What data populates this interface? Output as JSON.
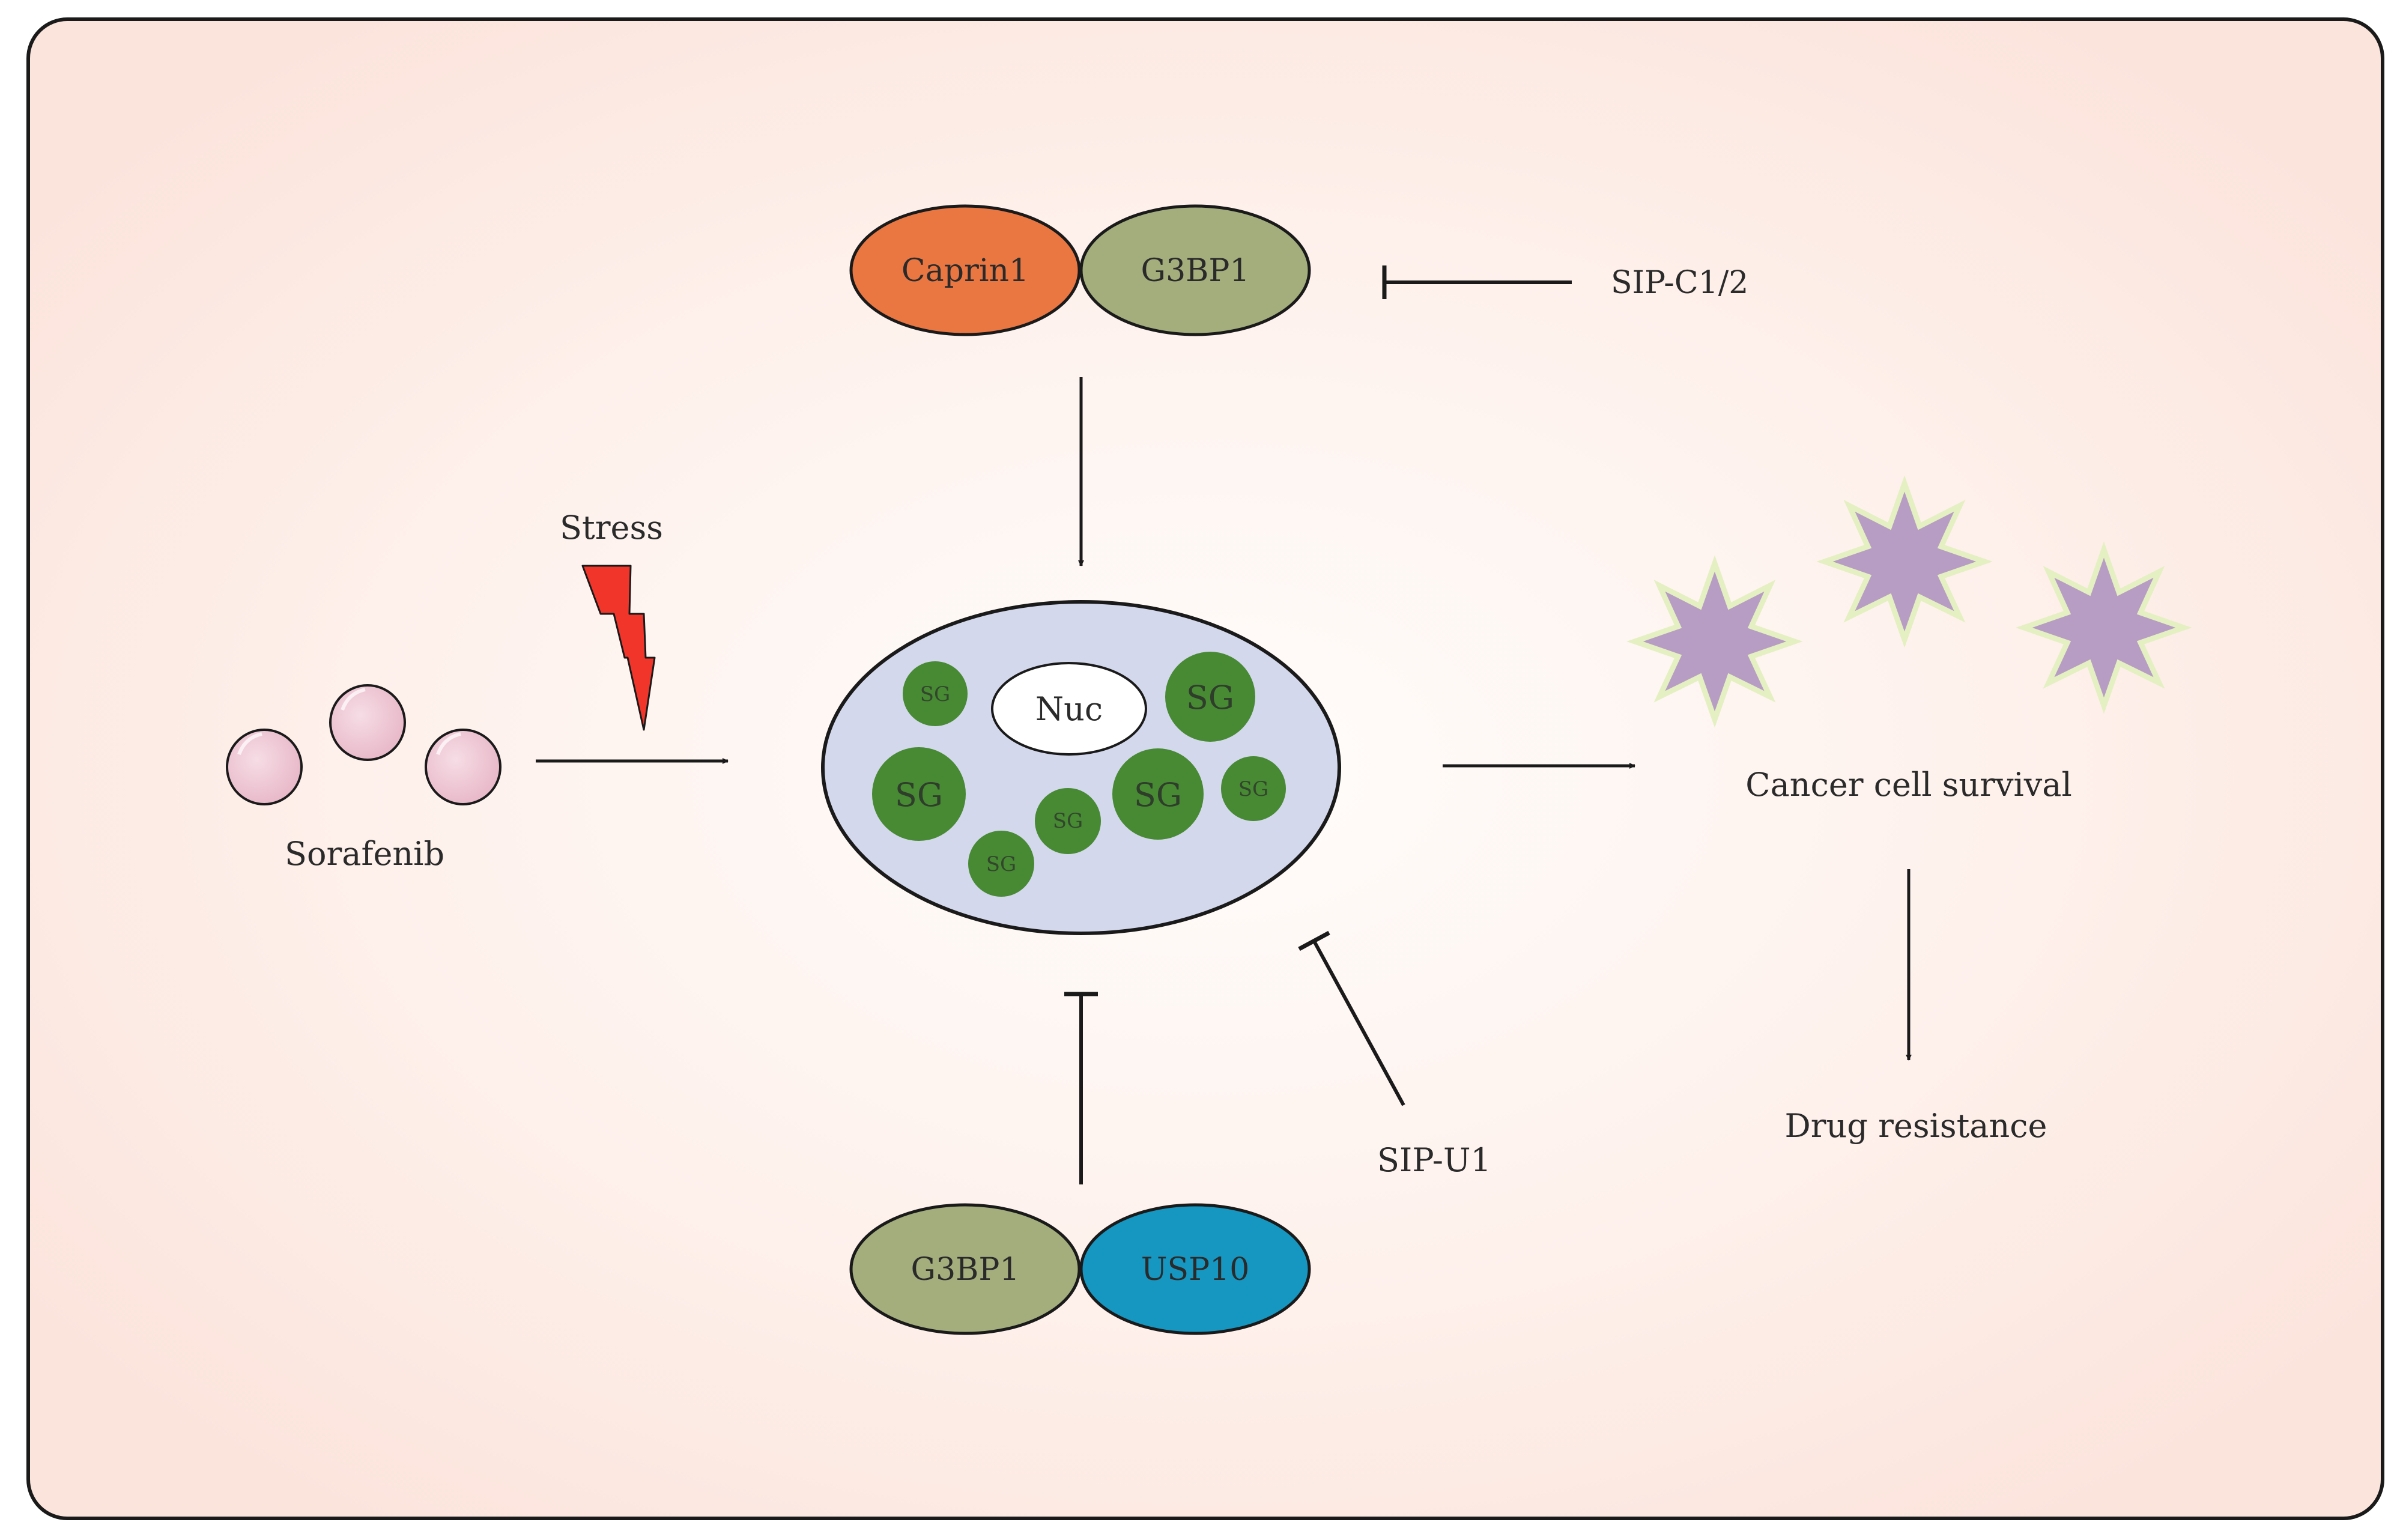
{
  "colors": {
    "frame_stroke": "#1a1a1a",
    "background_center": "#fffdfb",
    "background_edge": "#fbe4dc",
    "caprin1": "#ea7742",
    "g3bp1": "#a3ae7c",
    "usp10": "#1597c2",
    "cell": "#d3d8ec",
    "granule": "#478a33",
    "nucleus": "#ffffff",
    "sorafenib": "#eec5d1",
    "lightning": "#f2352a",
    "burst_fill": "#b79dc3",
    "burst_glow": "#e4f0c2"
  },
  "complexes": {
    "top": {
      "left_label": "Caprin1",
      "right_label": "G3BP1"
    },
    "bottom": {
      "left_label": "G3BP1",
      "right_label": "USP10"
    }
  },
  "inhibitors": {
    "sip_c": "SIP-C1/2",
    "sip_u": "SIP-U1"
  },
  "stress": {
    "label": "Stress",
    "icon": "lightning-bolt-icon"
  },
  "drug": {
    "label": "Sorafenib",
    "icon": "drug-molecule-icon"
  },
  "cell": {
    "nucleus_label": "Nuc",
    "granule_label": "SG"
  },
  "outcomes": {
    "survival": "Cancer cell survival",
    "resistance": "Drug resistance",
    "icon": "cancer-cell-burst-icon"
  }
}
